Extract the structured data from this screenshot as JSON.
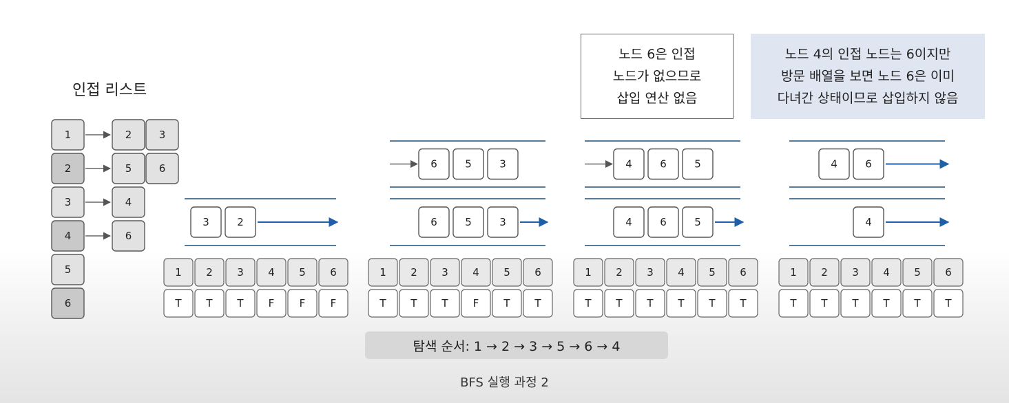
{
  "adjacency_title": "인접 리스트",
  "adjacency": [
    {
      "node": "1",
      "neighbors": [
        "2",
        "3"
      ]
    },
    {
      "node": "2",
      "neighbors": [
        "5",
        "6"
      ]
    },
    {
      "node": "3",
      "neighbors": [
        "4"
      ]
    },
    {
      "node": "4",
      "neighbors": [
        "6"
      ]
    },
    {
      "node": "5",
      "neighbors": []
    },
    {
      "node": "6",
      "neighbors": []
    }
  ],
  "colors": {
    "node_light": "#e2e2e2",
    "node_dark": "#c9c9c9",
    "queue_line": "#1f4e79",
    "arrow_blue": "#1f5fa8",
    "visited_highlight": "#1f5fa8",
    "note_b_bg": "#dfe6f1",
    "order_bar_bg": "#d7d7d7"
  },
  "steps": [
    {
      "queues": [
        {
          "items": [
            "3",
            "2"
          ],
          "in_arrow": false
        }
      ],
      "visited_headers": [
        "1",
        "2",
        "3",
        "4",
        "5",
        "6"
      ],
      "visited": [
        "T",
        "T",
        "T",
        "F",
        "F",
        "F"
      ],
      "highlight": []
    },
    {
      "queues": [
        {
          "items": [
            "6",
            "5",
            "3"
          ],
          "in_arrow": true
        },
        {
          "items": [
            "6",
            "5",
            "3"
          ],
          "in_arrow": false
        }
      ],
      "visited_headers": [
        "1",
        "2",
        "3",
        "4",
        "5",
        "6"
      ],
      "visited": [
        "T",
        "T",
        "T",
        "F",
        "T",
        "T"
      ],
      "highlight": [
        4,
        5
      ]
    },
    {
      "queues": [
        {
          "items": [
            "4",
            "6",
            "5"
          ],
          "in_arrow": true
        },
        {
          "items": [
            "4",
            "6",
            "5"
          ],
          "in_arrow": false
        }
      ],
      "visited_headers": [
        "1",
        "2",
        "3",
        "4",
        "5",
        "6"
      ],
      "visited": [
        "T",
        "T",
        "T",
        "T",
        "T",
        "T"
      ],
      "highlight": [
        3
      ]
    },
    {
      "queues": [
        {
          "items": [
            "4",
            "6"
          ],
          "in_arrow": false
        },
        {
          "items": [
            "4"
          ],
          "in_arrow": false
        }
      ],
      "visited_headers": [
        "1",
        "2",
        "3",
        "4",
        "5",
        "6"
      ],
      "visited": [
        "T",
        "T",
        "T",
        "T",
        "T",
        "T"
      ],
      "highlight": []
    }
  ],
  "notes": {
    "node6": [
      "노드 6은 인접",
      "노드가 없으므로",
      "삽입 연산 없음"
    ],
    "node4": [
      "노드 4의 인접 노드는 6이지만",
      "방문 배열을 보면 노드 6은 이미",
      "다녀간 상태이므로 삽입하지 않음"
    ]
  },
  "search_order": "탐색 순서: 1 → 2 → 3 → 5 → 6 → 4",
  "caption": "BFS 실행 과정 2"
}
